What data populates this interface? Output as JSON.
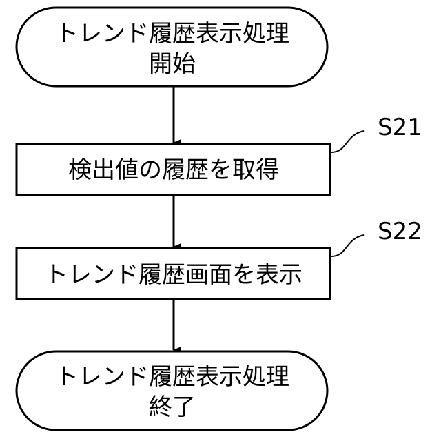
{
  "diagram": {
    "type": "flowchart",
    "nodes": [
      {
        "id": "start",
        "shape": "terminal",
        "lines": [
          "トレンド履歴表示処理",
          "開始"
        ]
      },
      {
        "id": "s21",
        "shape": "process",
        "step": "S21",
        "text": "検出値の履歴を取得"
      },
      {
        "id": "s22",
        "shape": "process",
        "step": "S22",
        "text": "トレンド履歴画面を表示"
      },
      {
        "id": "end",
        "shape": "terminal",
        "lines": [
          "トレンド履歴表示処理",
          "終了"
        ]
      }
    ],
    "edges": [
      {
        "from": "start",
        "to": "s21"
      },
      {
        "from": "s21",
        "to": "s22"
      },
      {
        "from": "s22",
        "to": "end"
      }
    ]
  }
}
